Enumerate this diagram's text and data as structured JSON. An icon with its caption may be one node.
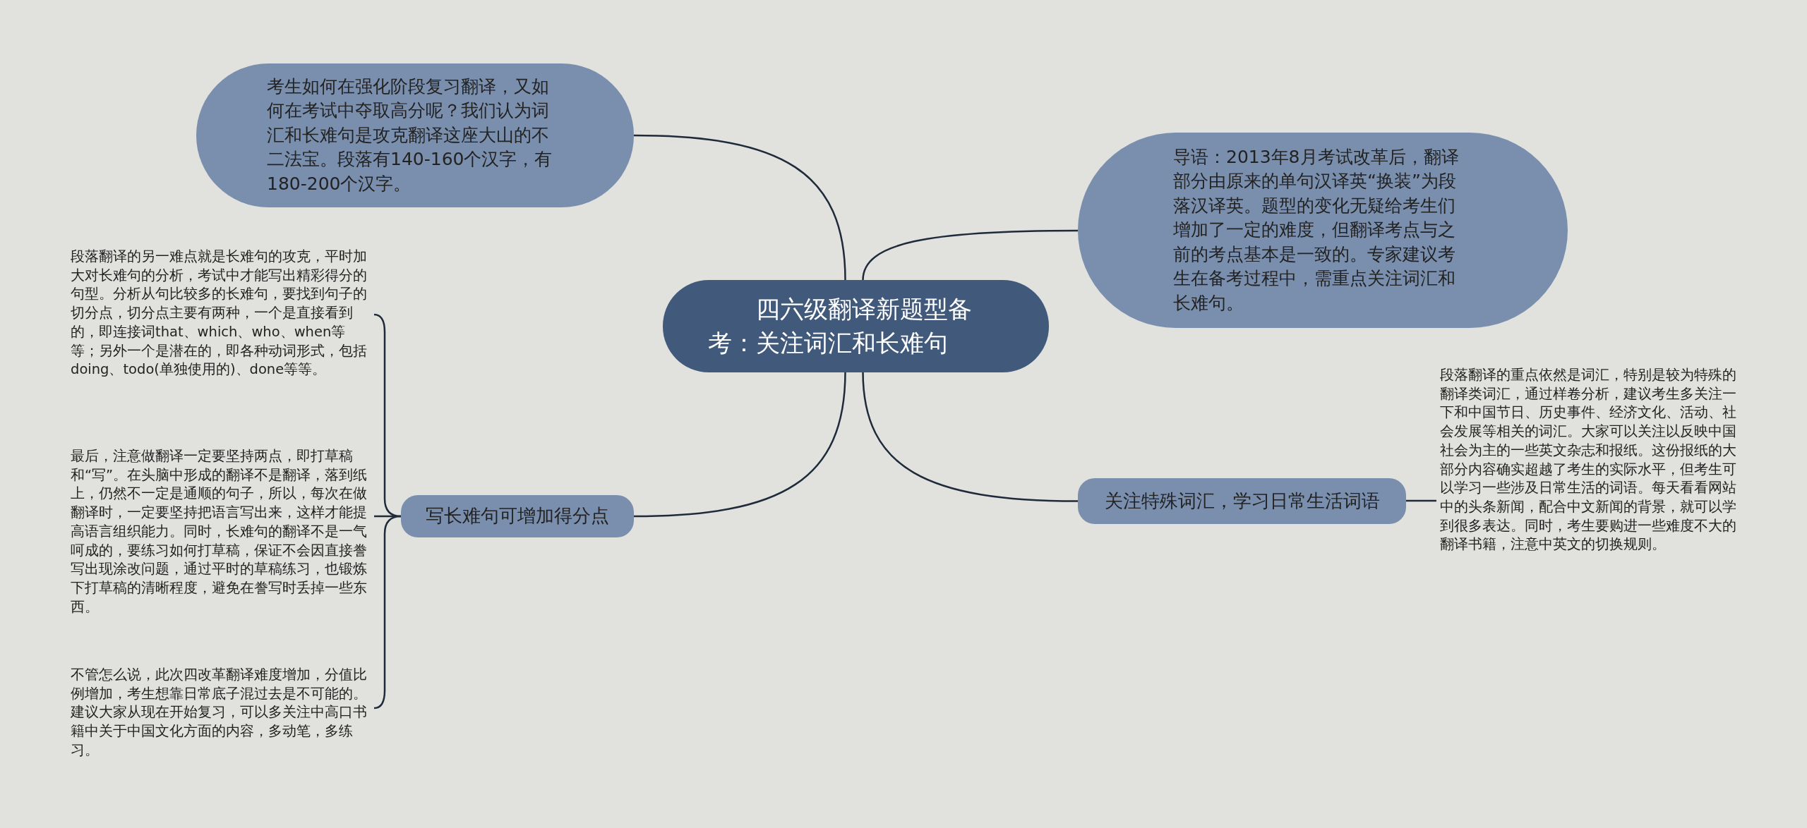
{
  "diagram": {
    "nodes": [
      {
        "text": [
          "四六级翻译新题型备考：关注词汇和长难句"
        ]
      },
      {
        "text": [
          "考生如何在强化阶段复习翻译，又如何在考试中夺取高分呢？我们认为词汇和长难句是攻克翻译这座大山的不二法宝。段落有140-160个汉字，有180-200个汉字。"
        ]
      },
      {
        "text": [
          "导语：2013年8月考试改革后，翻译部分由原来的单句汉译英“换装”为段落汉译英。题型的变化无疑给考生们增加了一定的难度，但翻译考点与之前的考点基本是一致的。专家建议考生在备考过程中，需重点关注词汇和长难句。"
        ]
      },
      {
        "text": [
          "写长难句可增加得分点"
        ]
      },
      {
        "text": [
          "段落翻译的另一难点就是长难句的攻克，平时加大对长难句的分析，考试中才能写出精彩得分的句型。分析从句比较多的长难句，要找到句子的切分点，切分点主要有两种，一个是直接看到的，即连接词that、which、who、when等等；另外一个是潜在的，即各种动词形式，包括doing、todo(单独使用的)、done等等。"
        ]
      },
      {
        "text": [
          "最后，注意做翻译一定要坚持两点，即打草稿和“写”。在头脑中形成的翻译不是翻译，落到纸上，仍然不一定是通顺的句子，所以，每次在做翻译时，一定要坚持把语言写出来，这样才能提高语言组织能力。同时，长难句的翻译不是一气呵成的，要练习如何打草稿，保证不会因直接誊写出现涂改问题，通过平时的草稿练习，也锻炼下打草稿的清晰程度，避免在誊写时丢掉一些东西。"
        ]
      },
      {
        "text": [
          "不管怎么说，此次四改革翻译难度增加，分值比例增加，考生想靠日常底子混过去是不可能的。建议大家从现在开始复习，可以多关注中高口书籍中关于中国文化方面的内容，多动笔，多练习。"
        ]
      },
      {
        "text": [
          "关注特殊词汇，学习日常生活词语"
        ]
      },
      {
        "text": [
          "段落翻译的重点依然是词汇，特别是较为特殊的翻译类词汇，通过样卷分析，建议考生多关注一下和中国节日、历史事件、经济文化、活动、社会发展等相关的词汇。大家可以关注以反映中国社会为主的一些英文杂志和报纸。这份报纸的大部分内容确实超越了考生的实际水平，但考生可以学习一些涉及日常生活的词语。每天看看网站中的头条新闻，配合中文新闻的背景，就可以学到很多表达。同时，考生要购进一些难度不大的翻译书籍，注意中英文的切换规则。"
        ]
      }
    ],
    "edges": [
      {
        "from": 0,
        "to": 1,
        "arrow": "none"
      },
      {
        "from": 0,
        "to": 2,
        "arrow": "none"
      },
      {
        "from": 0,
        "to": 3,
        "arrow": "none"
      },
      {
        "from": 3,
        "to": 4,
        "arrow": "none"
      },
      {
        "from": 3,
        "to": 5,
        "arrow": "none"
      },
      {
        "from": 3,
        "to": 6,
        "arrow": "none"
      },
      {
        "from": 0,
        "to": 7,
        "arrow": "none"
      },
      {
        "from": 7,
        "to": 8,
        "arrow": "none"
      }
    ]
  }
}
